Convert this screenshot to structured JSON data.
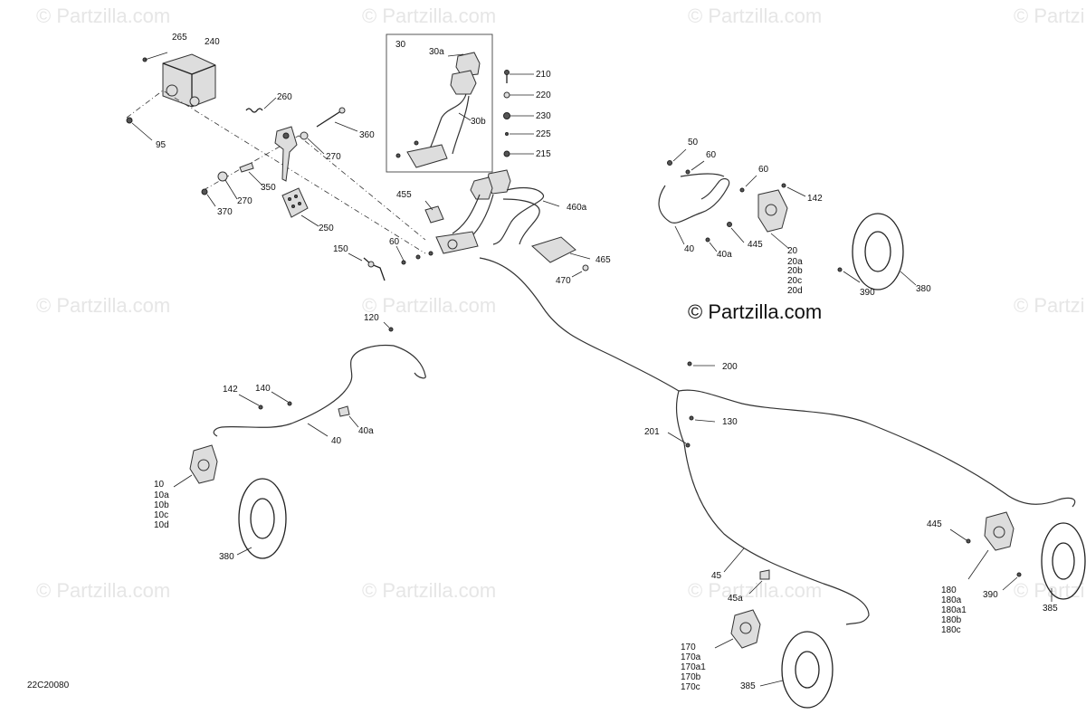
{
  "watermark": {
    "text": "© Partzilla.com",
    "center_text": "© Partzilla.com"
  },
  "diagram_code": "22C20080",
  "callouts": {
    "c265": "265",
    "c240": "240",
    "c260": "260",
    "c360": "360",
    "c95": "95",
    "c270a": "270",
    "c270b": "270",
    "c350": "350",
    "c370": "370",
    "c250": "250",
    "c150": "150",
    "c60a": "60",
    "c455": "455",
    "c460a": "460a",
    "c465": "465",
    "c470": "470",
    "c30": "30",
    "c30a": "30a",
    "c30b": "30b",
    "c210": "210",
    "c220": "220",
    "c230": "230",
    "c225": "225",
    "c215": "215",
    "c50": "50",
    "c60b": "60",
    "c60c": "60",
    "c142a": "142",
    "c40a": "40",
    "c40a2": "40a",
    "c445a": "445",
    "c20": "20",
    "c20a": "20a",
    "c20b": "20b",
    "c20c": "20c",
    "c20d": "20d",
    "c390a": "390",
    "c380a": "380",
    "c120": "120",
    "c142b": "142",
    "c140": "140",
    "c40b": "40",
    "c40ab": "40a",
    "c10": "10",
    "c10a": "10a",
    "c10b": "10b",
    "c10c": "10c",
    "c10d": "10d",
    "c380b": "380",
    "c200": "200",
    "c130": "130",
    "c201": "201",
    "c45": "45",
    "c45a": "45a",
    "c170": "170",
    "c170a": "170a",
    "c170a1": "170a1",
    "c170b": "170b",
    "c170c": "170c",
    "c385a": "385",
    "c445b": "445",
    "c180": "180",
    "c180a": "180a",
    "c180a1": "180a1",
    "c180b": "180b",
    "c180c": "180c",
    "c390b": "390",
    "c385b": "385"
  }
}
